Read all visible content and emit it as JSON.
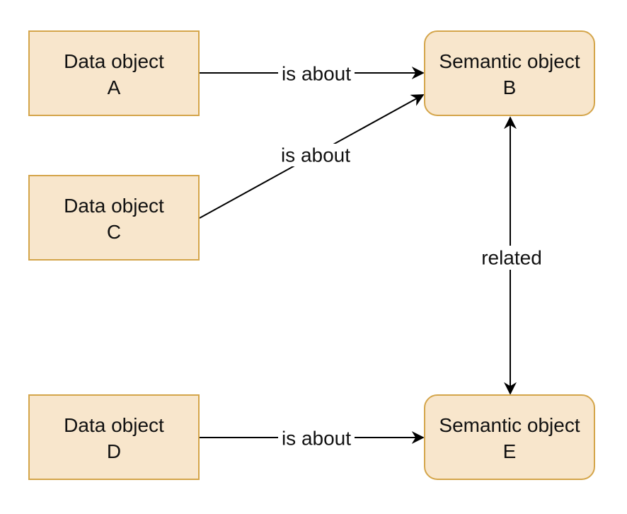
{
  "nodes": {
    "data_a": {
      "line1": "Data object",
      "line2": "A"
    },
    "data_c": {
      "line1": "Data object",
      "line2": "C"
    },
    "data_d": {
      "line1": "Data object",
      "line2": "D"
    },
    "semantic_b": {
      "line1": "Semantic object",
      "line2": "B"
    },
    "semantic_e": {
      "line1": "Semantic object",
      "line2": "E"
    }
  },
  "edges": {
    "a_to_b": {
      "label": "is about"
    },
    "c_to_b": {
      "label": "is about"
    },
    "d_to_e": {
      "label": "is about"
    },
    "b_e": {
      "label": "related"
    }
  },
  "colors": {
    "node_fill": "#f8e6cc",
    "node_stroke": "#d4a54a",
    "edge": "#000000"
  }
}
